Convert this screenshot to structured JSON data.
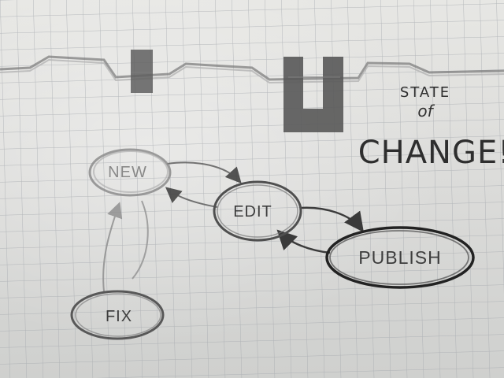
{
  "diagram": {
    "title": {
      "line1": "STATE",
      "line2": "of",
      "line3": "CHANGE!"
    },
    "nodes": {
      "new": "NEW",
      "edit": "EDIT",
      "publish": "PUBLISH",
      "fix": "FIX"
    },
    "transitions": [
      {
        "from": "NEW",
        "to": "EDIT"
      },
      {
        "from": "EDIT",
        "to": "NEW"
      },
      {
        "from": "EDIT",
        "to": "PUBLISH"
      },
      {
        "from": "PUBLISH",
        "to": "EDIT"
      },
      {
        "from": "FIX",
        "to": "NEW"
      }
    ]
  },
  "colors": {
    "paper": "#dedede",
    "grid": "#9fa3a8",
    "pencil": "#3a3a3a"
  }
}
